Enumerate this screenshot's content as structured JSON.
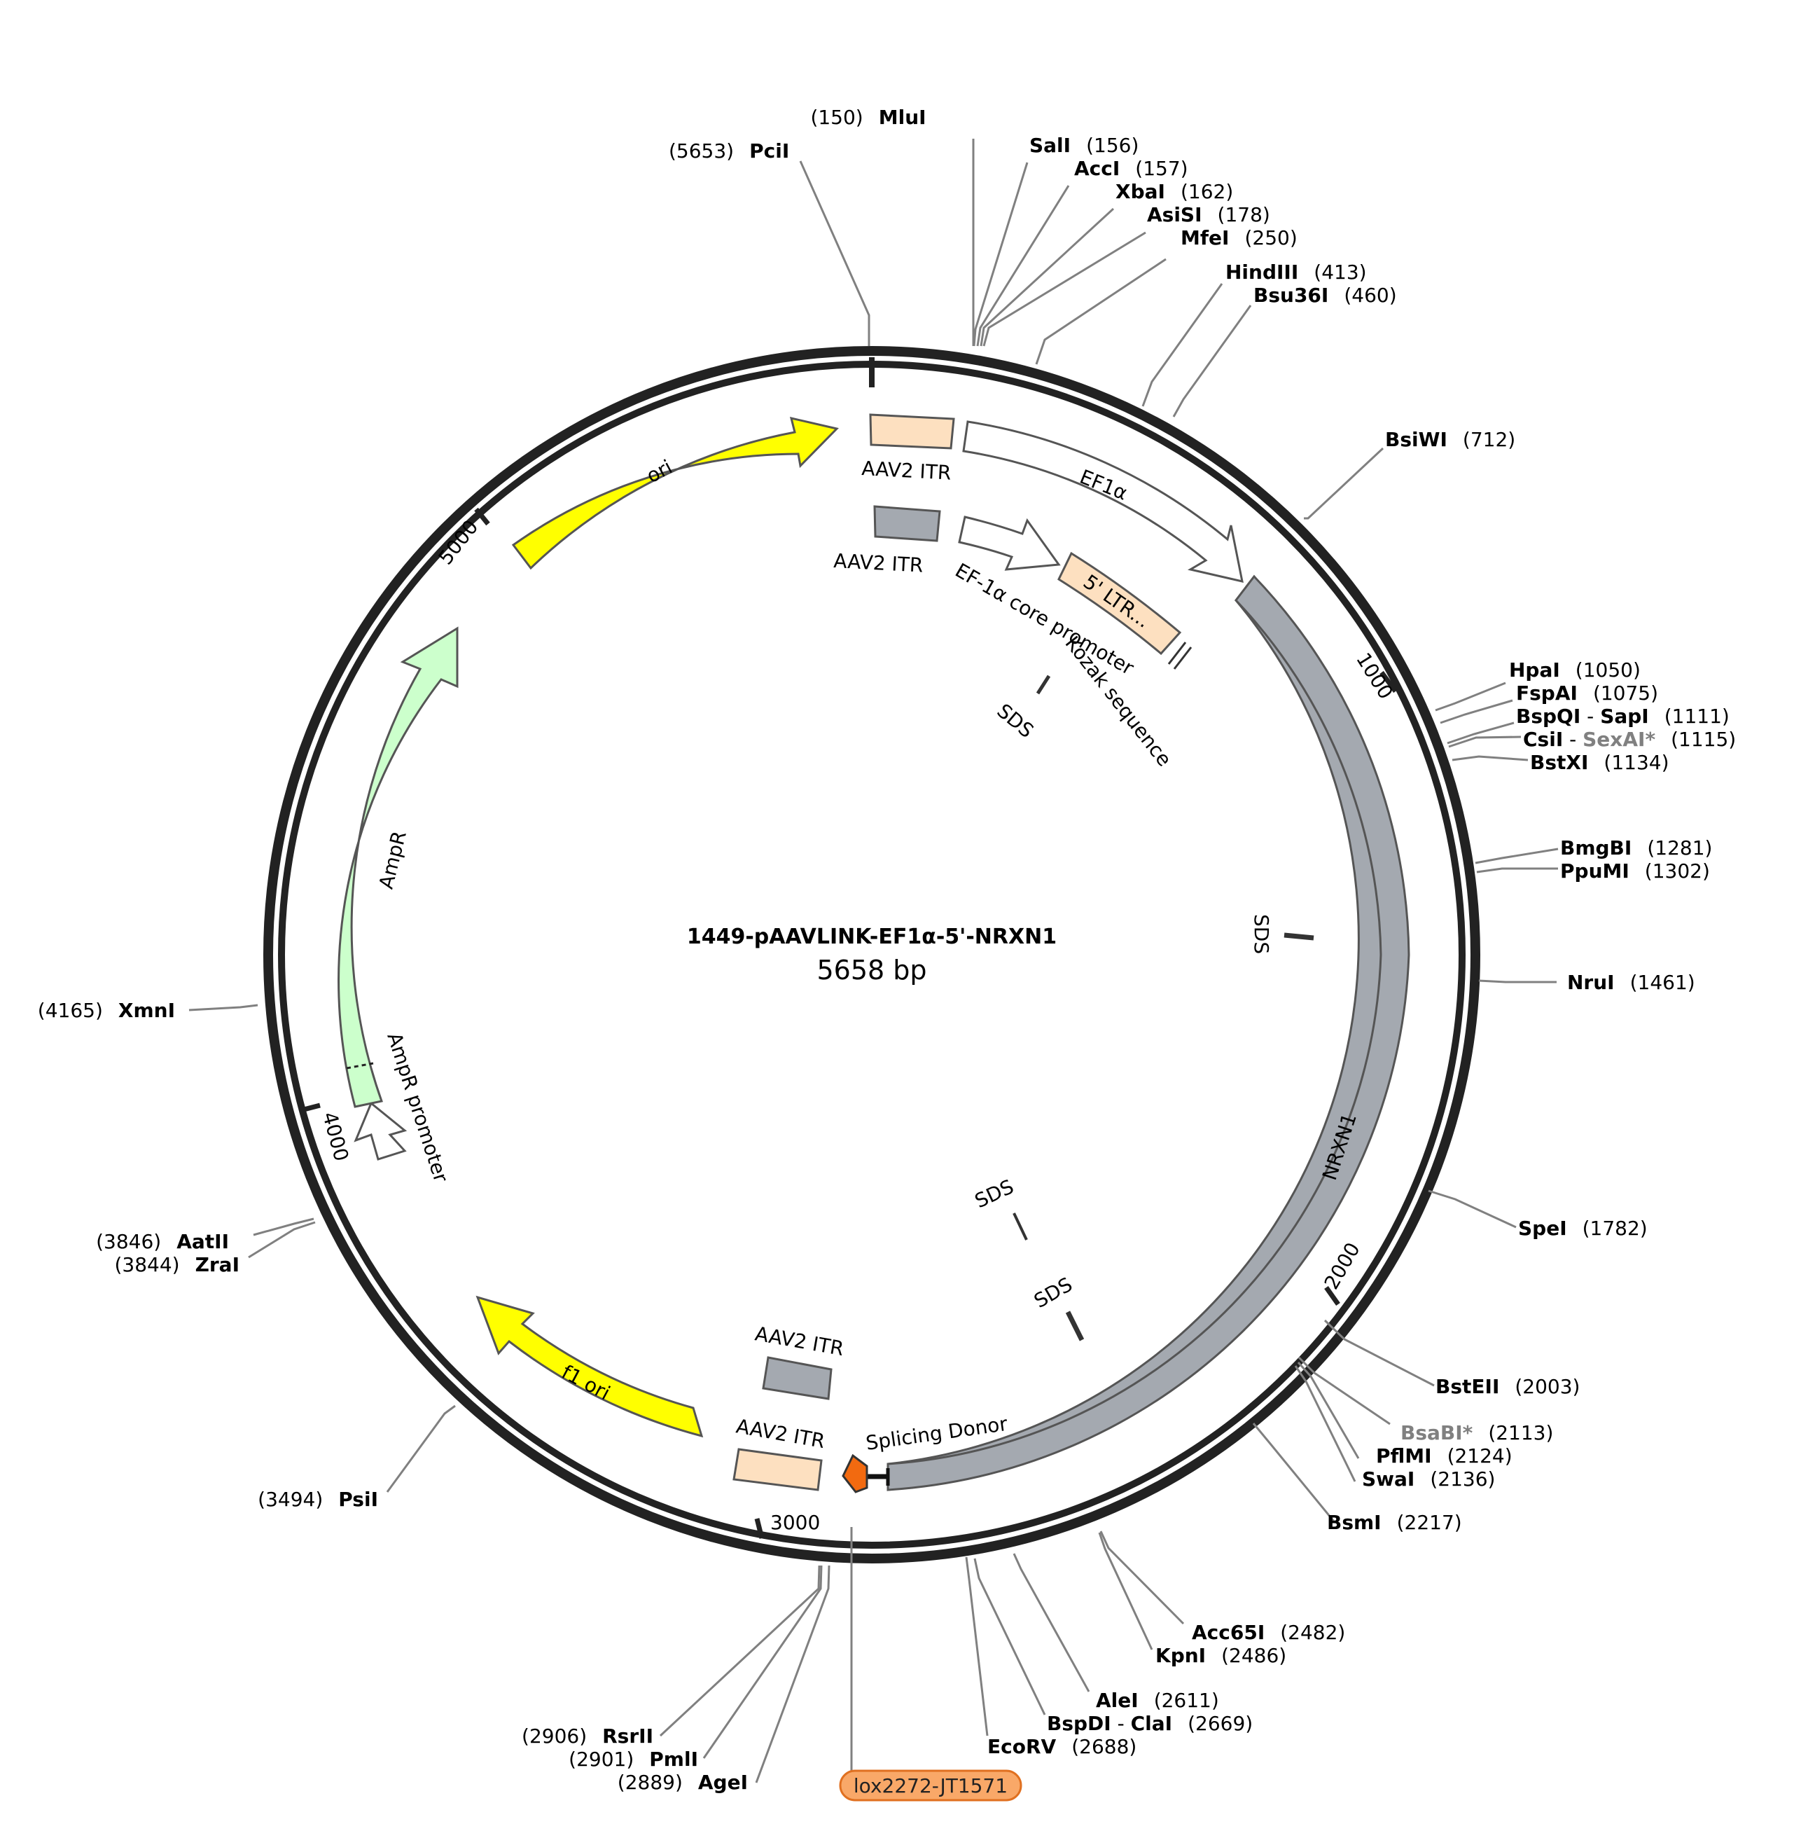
{
  "plasmid": {
    "name": "1449-pAAVLINK-EF1α-5'-NRXN1",
    "size_label": "5658 bp",
    "length": 5658
  },
  "ticks": [
    {
      "pos": 1000,
      "label": "1000"
    },
    {
      "pos": 2000,
      "label": "2000"
    },
    {
      "pos": 3000,
      "label": "3000"
    },
    {
      "pos": 4000,
      "label": "4000"
    },
    {
      "pos": 5000,
      "label": "5000"
    }
  ],
  "features": [
    {
      "id": "aav2-itr-1",
      "label": "AAV2 ITR",
      "color": "#fde0c0",
      "shape": "box"
    },
    {
      "id": "ef1a",
      "label": "EF1α",
      "color": "#ffffff",
      "shape": "arrow"
    },
    {
      "id": "aav2-itr-2",
      "label": "AAV2 ITR",
      "color": "#a4a9b0",
      "shape": "box"
    },
    {
      "id": "ef1a-core",
      "label": "EF-1α core promoter",
      "color": "#ffffff",
      "shape": "arrow"
    },
    {
      "id": "ltr5",
      "label": "5' LTR...",
      "color": "#fde0c0",
      "shape": "box"
    },
    {
      "id": "kozak",
      "label": "Kozak sequence",
      "color": "#ffffff",
      "shape": "mark"
    },
    {
      "id": "sds-1",
      "label": "SDS",
      "color": "#333333",
      "shape": "mark"
    },
    {
      "id": "sds-2",
      "label": "SDS",
      "color": "#333333",
      "shape": "mark"
    },
    {
      "id": "sds-3",
      "label": "SDS",
      "color": "#333333",
      "shape": "mark"
    },
    {
      "id": "sds-4",
      "label": "SDS",
      "color": "#333333",
      "shape": "mark"
    },
    {
      "id": "nrxn1",
      "label": "NRXN1",
      "color": "#a4a9b0",
      "shape": "arrow"
    },
    {
      "id": "splicing-donor",
      "label": "Splicing Donor",
      "color": "#f26a10",
      "shape": "arrow"
    },
    {
      "id": "aav2-itr-3",
      "label": "AAV2 ITR",
      "color": "#a4a9b0",
      "shape": "box"
    },
    {
      "id": "aav2-itr-4",
      "label": "AAV2 ITR",
      "color": "#fde0c0",
      "shape": "box"
    },
    {
      "id": "f1-ori",
      "label": "f1 ori",
      "color": "#ffff00",
      "shape": "arrow"
    },
    {
      "id": "ampr-promoter",
      "label": "AmpR promoter",
      "color": "#ffffff",
      "shape": "arrow"
    },
    {
      "id": "ampr",
      "label": "AmpR",
      "color": "#ccffcc",
      "shape": "arrow"
    },
    {
      "id": "ori",
      "label": "ori",
      "color": "#ffff00",
      "shape": "arrow"
    }
  ],
  "sites": [
    {
      "name": "MluI",
      "pos": "(150)"
    },
    {
      "name": "PciI",
      "pos": "(5653)"
    },
    {
      "name": "SalI",
      "pos": "(156)"
    },
    {
      "name": "AccI",
      "pos": "(157)"
    },
    {
      "name": "XbaI",
      "pos": "(162)"
    },
    {
      "name": "AsiSI",
      "pos": "(178)"
    },
    {
      "name": "MfeI",
      "pos": "(250)"
    },
    {
      "name": "HindIII",
      "pos": "(413)"
    },
    {
      "name": "Bsu36I",
      "pos": "(460)"
    },
    {
      "name": "BsiWI",
      "pos": "(712)"
    },
    {
      "name": "HpaI",
      "pos": "(1050)"
    },
    {
      "name": "FspAI",
      "pos": "(1075)"
    },
    {
      "name": "BspQI",
      "name2": "SapI",
      "sep": " - ",
      "pos": "(1111)"
    },
    {
      "name": "CsiI",
      "name2": "SexAI*",
      "sep": " - ",
      "pos": "(1115)"
    },
    {
      "name": "BstXI",
      "pos": "(1134)"
    },
    {
      "name": "BmgBI",
      "pos": "(1281)"
    },
    {
      "name": "PpuMI",
      "pos": "(1302)"
    },
    {
      "name": "NruI",
      "pos": "(1461)"
    },
    {
      "name": "SpeI",
      "pos": "(1782)"
    },
    {
      "name": "BstEII",
      "pos": "(2003)"
    },
    {
      "name": "BsaBI*",
      "pos": "(2113)"
    },
    {
      "name": "PflMI",
      "pos": "(2124)"
    },
    {
      "name": "SwaI",
      "pos": "(2136)"
    },
    {
      "name": "BsmI",
      "pos": "(2217)"
    },
    {
      "name": "Acc65I",
      "pos": "(2482)"
    },
    {
      "name": "KpnI",
      "pos": "(2486)"
    },
    {
      "name": "AleI",
      "pos": "(2611)"
    },
    {
      "name": "BspDI",
      "name2": "ClaI",
      "sep": " - ",
      "pos": "(2669)"
    },
    {
      "name": "EcoRV",
      "pos": "(2688)"
    },
    {
      "name": "RsrII",
      "pos": "(2906)"
    },
    {
      "name": "PmlI",
      "pos": "(2901)"
    },
    {
      "name": "AgeI",
      "pos": "(2889)"
    },
    {
      "name": "PsiI",
      "pos": "(3494)"
    },
    {
      "name": "ZraI",
      "pos": "(3844)"
    },
    {
      "name": "AatII",
      "pos": "(3846)"
    },
    {
      "name": "XmnI",
      "pos": "(4165)"
    }
  ],
  "primer": {
    "label": "lox2272-JT1571",
    "color": "#f9a868"
  }
}
